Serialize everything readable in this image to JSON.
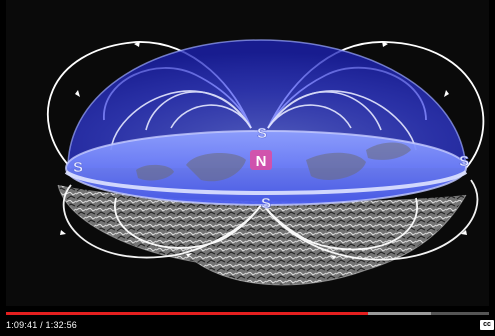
{
  "video": {
    "time_current": "1:09:41",
    "time_total": "1:32:56",
    "progress_fraction": 0.75,
    "buffered_fraction": 0.88,
    "cc_label": "cc",
    "accent": "#e41f1f"
  },
  "scene": {
    "pole_top": "S",
    "pole_center": "N",
    "pole_left": "S",
    "pole_right": "S",
    "pole_bottom": "S",
    "dome_color": "#3a4cff",
    "field_line_color": "#ffffff"
  }
}
